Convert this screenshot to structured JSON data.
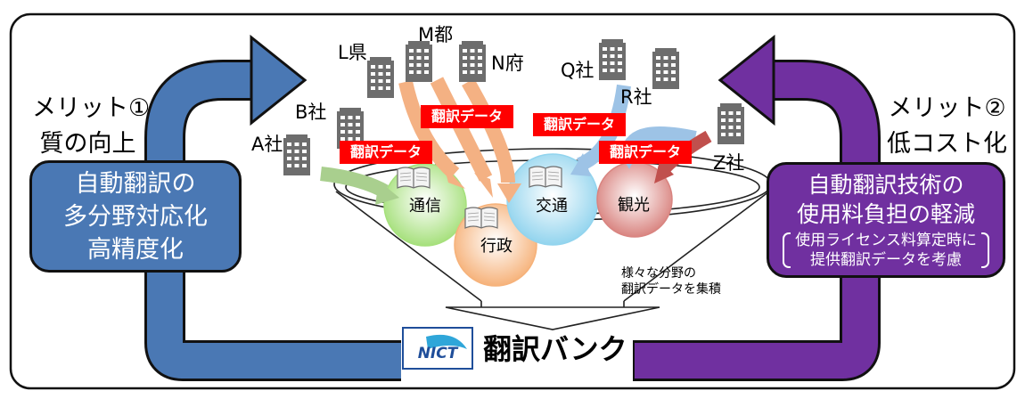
{
  "left_panel": {
    "heading_line1": "メリット①",
    "heading_line2": "質の向上",
    "box_lines": [
      "自動翻訳の",
      "多分野対応化",
      "高精度化"
    ]
  },
  "right_panel": {
    "heading_line1": "メリット②",
    "heading_line2": "低コスト化",
    "box_lines": [
      "自動翻訳技術の",
      "使用料負担の軽減"
    ],
    "box_note_lines": [
      "使用ライセンス料算定時に",
      "提供翻訳データを考慮"
    ]
  },
  "organizations": {
    "a": "A社",
    "b": "B社",
    "l": "L県",
    "m": "M都",
    "n": "N府",
    "q": "Q社",
    "r": "R社",
    "z": "Z社"
  },
  "data_tag_label": "翻訳データ",
  "fields": {
    "communication": "通信",
    "administration": "行政",
    "transportation": "交通",
    "tourism": "観光"
  },
  "funnel_caption_lines": [
    "様々な分野の",
    "翻訳データを集積"
  ],
  "bank": {
    "logo_text": "NICT",
    "title": "翻訳バンク"
  },
  "colors": {
    "left_accent": "#4a78b4",
    "right_accent": "#7030a0",
    "tag_red": "#ff0000",
    "field_green": "#a6e07c",
    "field_orange": "#f6b27a",
    "field_blue": "#92d4ee",
    "field_red": "#d98480",
    "arrow_green": "#a9cf8e",
    "arrow_orange": "#f4b183",
    "arrow_blue": "#9dc3e6",
    "arrow_red": "#c0504d"
  },
  "icons": [
    "building-icon",
    "open-book-icon",
    "nict-logo"
  ]
}
